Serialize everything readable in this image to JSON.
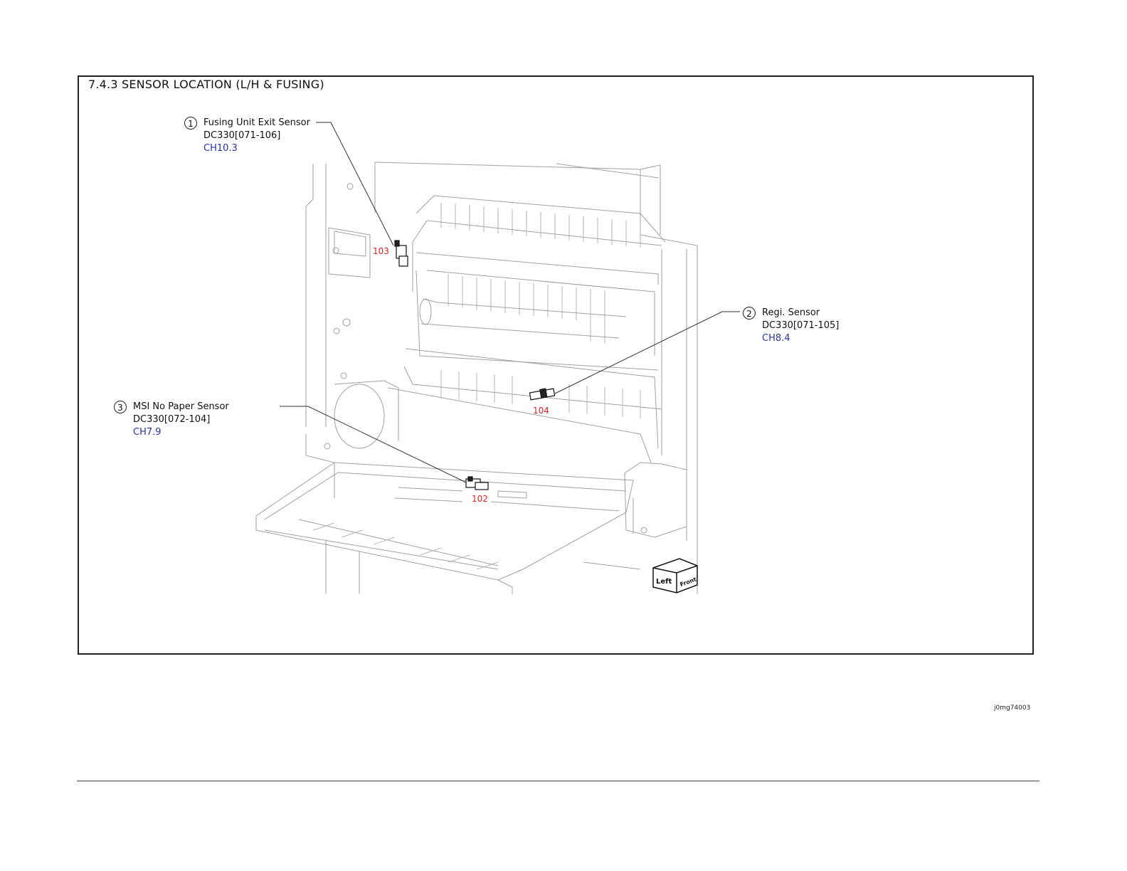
{
  "page": {
    "title": "7.4.3 SENSOR LOCATION (L/H & FUSING)",
    "figure_id": "j0mg74003"
  },
  "callouts": [
    {
      "number": "1",
      "name": "Fusing Unit Exit Sensor",
      "code": "DC330[071-106]",
      "ref": "CH10.3",
      "part_label": "103"
    },
    {
      "number": "2",
      "name": "Regi. Sensor",
      "code": "DC330[071-105]",
      "ref": "CH8.4",
      "part_label": "104"
    },
    {
      "number": "3",
      "name": "MSI No Paper Sensor",
      "code": "DC330[072-104]",
      "ref": "CH7.9",
      "part_label": "102"
    }
  ],
  "orientation": {
    "left_label": "Left",
    "front_label": "Front"
  },
  "colors": {
    "part_label": "#dd2222",
    "ref_link": "#2832a8",
    "line_art": "#9a9a9a",
    "frame": "#222222"
  }
}
